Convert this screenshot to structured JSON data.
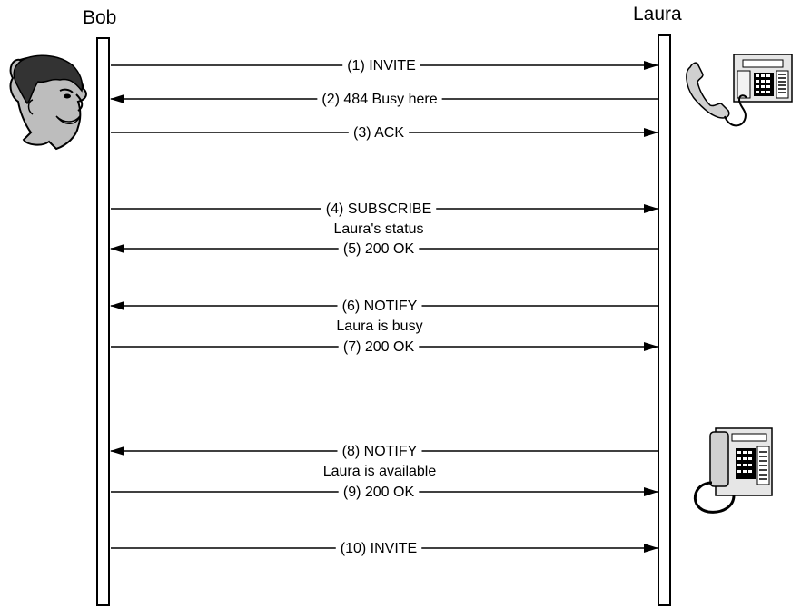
{
  "participants": {
    "left": {
      "name": "Bob",
      "icon": "person-face-icon"
    },
    "right": {
      "name": "Laura",
      "icon": "desk-phone-icon"
    }
  },
  "messages": [
    {
      "label": "(1) INVITE",
      "note": "",
      "direction": "right"
    },
    {
      "label": "(2) 484 Busy here",
      "note": "",
      "direction": "left"
    },
    {
      "label": "(3) ACK",
      "note": "",
      "direction": "right"
    },
    {
      "label": "(4) SUBSCRIBE",
      "note": "Laura's status",
      "direction": "right"
    },
    {
      "label": "(5) 200 OK",
      "note": "",
      "direction": "left"
    },
    {
      "label": "(6) NOTIFY",
      "note": "Laura is busy",
      "direction": "left"
    },
    {
      "label": "(7) 200 OK",
      "note": "",
      "direction": "right"
    },
    {
      "label": "(8) NOTIFY",
      "note": "Laura is available",
      "direction": "left"
    },
    {
      "label": "(9) 200 OK",
      "note": "",
      "direction": "right"
    },
    {
      "label": "(10) INVITE",
      "note": "",
      "direction": "right"
    }
  ],
  "phone_states": [
    {
      "icon": "phone-off-hook-icon",
      "state": "handset lifted"
    },
    {
      "icon": "phone-on-hook-icon",
      "state": "handset on cradle"
    }
  ]
}
